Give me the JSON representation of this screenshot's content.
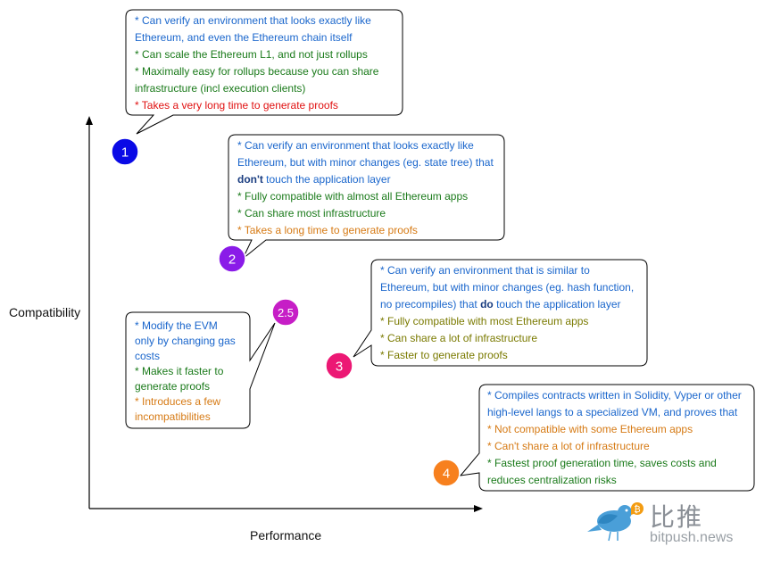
{
  "axes": {
    "y_label": "Compatibility",
    "x_label": "Performance"
  },
  "markers": [
    {
      "label": "1",
      "color": "#0a0ae6"
    },
    {
      "label": "2",
      "color": "#8a1be8"
    },
    {
      "label": "2.5",
      "color": "#c61ec6"
    },
    {
      "label": "3",
      "color": "#ec1874"
    },
    {
      "label": "4",
      "color": "#f7801e"
    }
  ],
  "callouts": {
    "type1": {
      "l1": "* Can verify an environment that looks exactly like",
      "l2": "Ethereum, and even the Ethereum chain itself",
      "l3": "* Can scale the Ethereum L1, and not just rollups",
      "l4": "* Maximally easy for rollups because you can share",
      "l5": "infrastructure (incl execution clients)",
      "l6": "* Takes a very long time to generate proofs"
    },
    "type2": {
      "l1": "* Can verify an environment that looks exactly like",
      "l2": "Ethereum, but with minor changes (eg. state tree) that",
      "l3_bold": "don't",
      "l3_rest": " touch the application layer",
      "l4": "* Fully compatible with almost all Ethereum apps",
      "l5": "* Can share most infrastructure",
      "l6": "* Takes a long time to generate proofs"
    },
    "type25": {
      "l1": "* Modify the EVM",
      "l2": "only by changing gas",
      "l3": "costs",
      "l4": "* Makes it faster to",
      "l5": "generate proofs",
      "l6": "* Introduces a few",
      "l7": "incompatibilities"
    },
    "type3": {
      "l1": "* Can verify an environment that is similar to",
      "l2": "Ethereum, but with minor changes (eg. hash function,",
      "l3_pre": "no precompiles) that ",
      "l3_bold": "do",
      "l3_post": " touch the application layer",
      "l4": "* Fully compatible with most Ethereum apps",
      "l5": "* Can share a lot of infrastructure",
      "l6": "* Faster to generate proofs"
    },
    "type4": {
      "l1": "* Compiles contracts written in Solidity, Vyper or other",
      "l2": "high-level langs to a specialized VM, and proves that",
      "l3": "* Not compatible with some Ethereum apps",
      "l4": "* Can't share a lot of infrastructure",
      "l5": "* Fastest proof generation time, saves costs and",
      "l6": "reduces centralization risks"
    }
  },
  "watermark": {
    "brand": "比推",
    "site": "bitpush.news",
    "badge": "₿"
  }
}
